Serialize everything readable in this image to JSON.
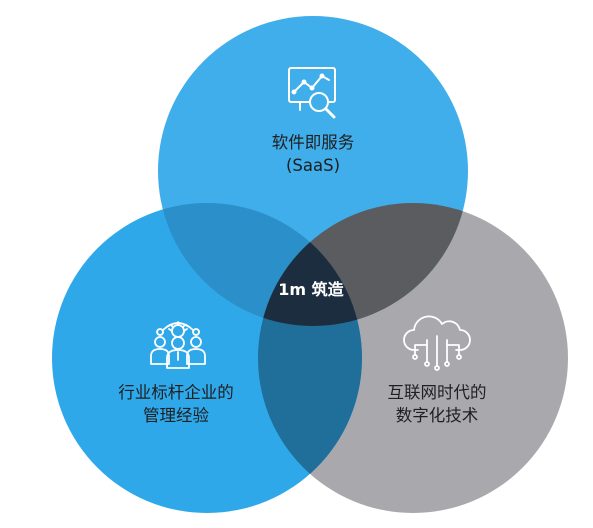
{
  "diagram": {
    "top": {
      "line1": "软件即服务",
      "line2": "(SaaS)",
      "icon": "analytics-search-icon"
    },
    "left": {
      "line1": "行业标杆企业的",
      "line2": "管理经验",
      "icon": "team-management-icon"
    },
    "right": {
      "line1": "互联网时代的",
      "line2": "数字化技术",
      "icon": "cloud-network-icon"
    },
    "center": {
      "text": "1m 筑造"
    }
  },
  "colors": {
    "top_circle": "#3faeea",
    "left_circle": "#2fa8ea",
    "right_circle": "#a9a9ad",
    "overlap_top_left": "#2b8fc9",
    "overlap_top_right": "#5b5c60",
    "overlap_left_right": "#1f6f9a",
    "center": "#1c2d3f"
  }
}
